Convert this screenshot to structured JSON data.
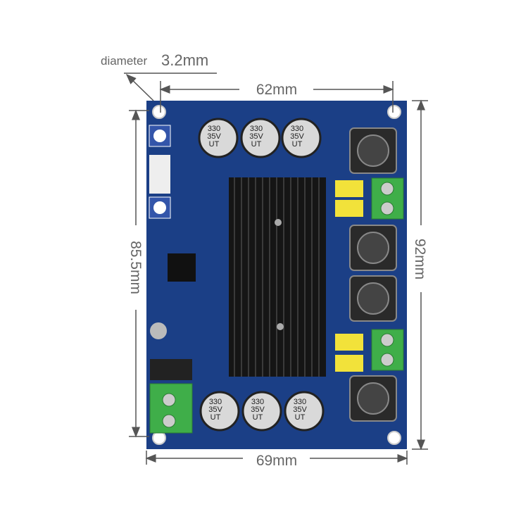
{
  "annotations": {
    "hole_label": "diameter",
    "hole_value": "3.2mm",
    "top_width": "62mm",
    "bottom_width": "69mm",
    "left_height": "85.5mm",
    "right_height": "92mm"
  },
  "board": {
    "color": "#1b3f86",
    "capacitor_label": [
      "330",
      "35V",
      "UT"
    ],
    "colors": {
      "heatsink": "#151515",
      "terminal": "#3fae49",
      "yellow_cap": "#f2e23a",
      "capacitor": "#d9d9d9"
    }
  }
}
